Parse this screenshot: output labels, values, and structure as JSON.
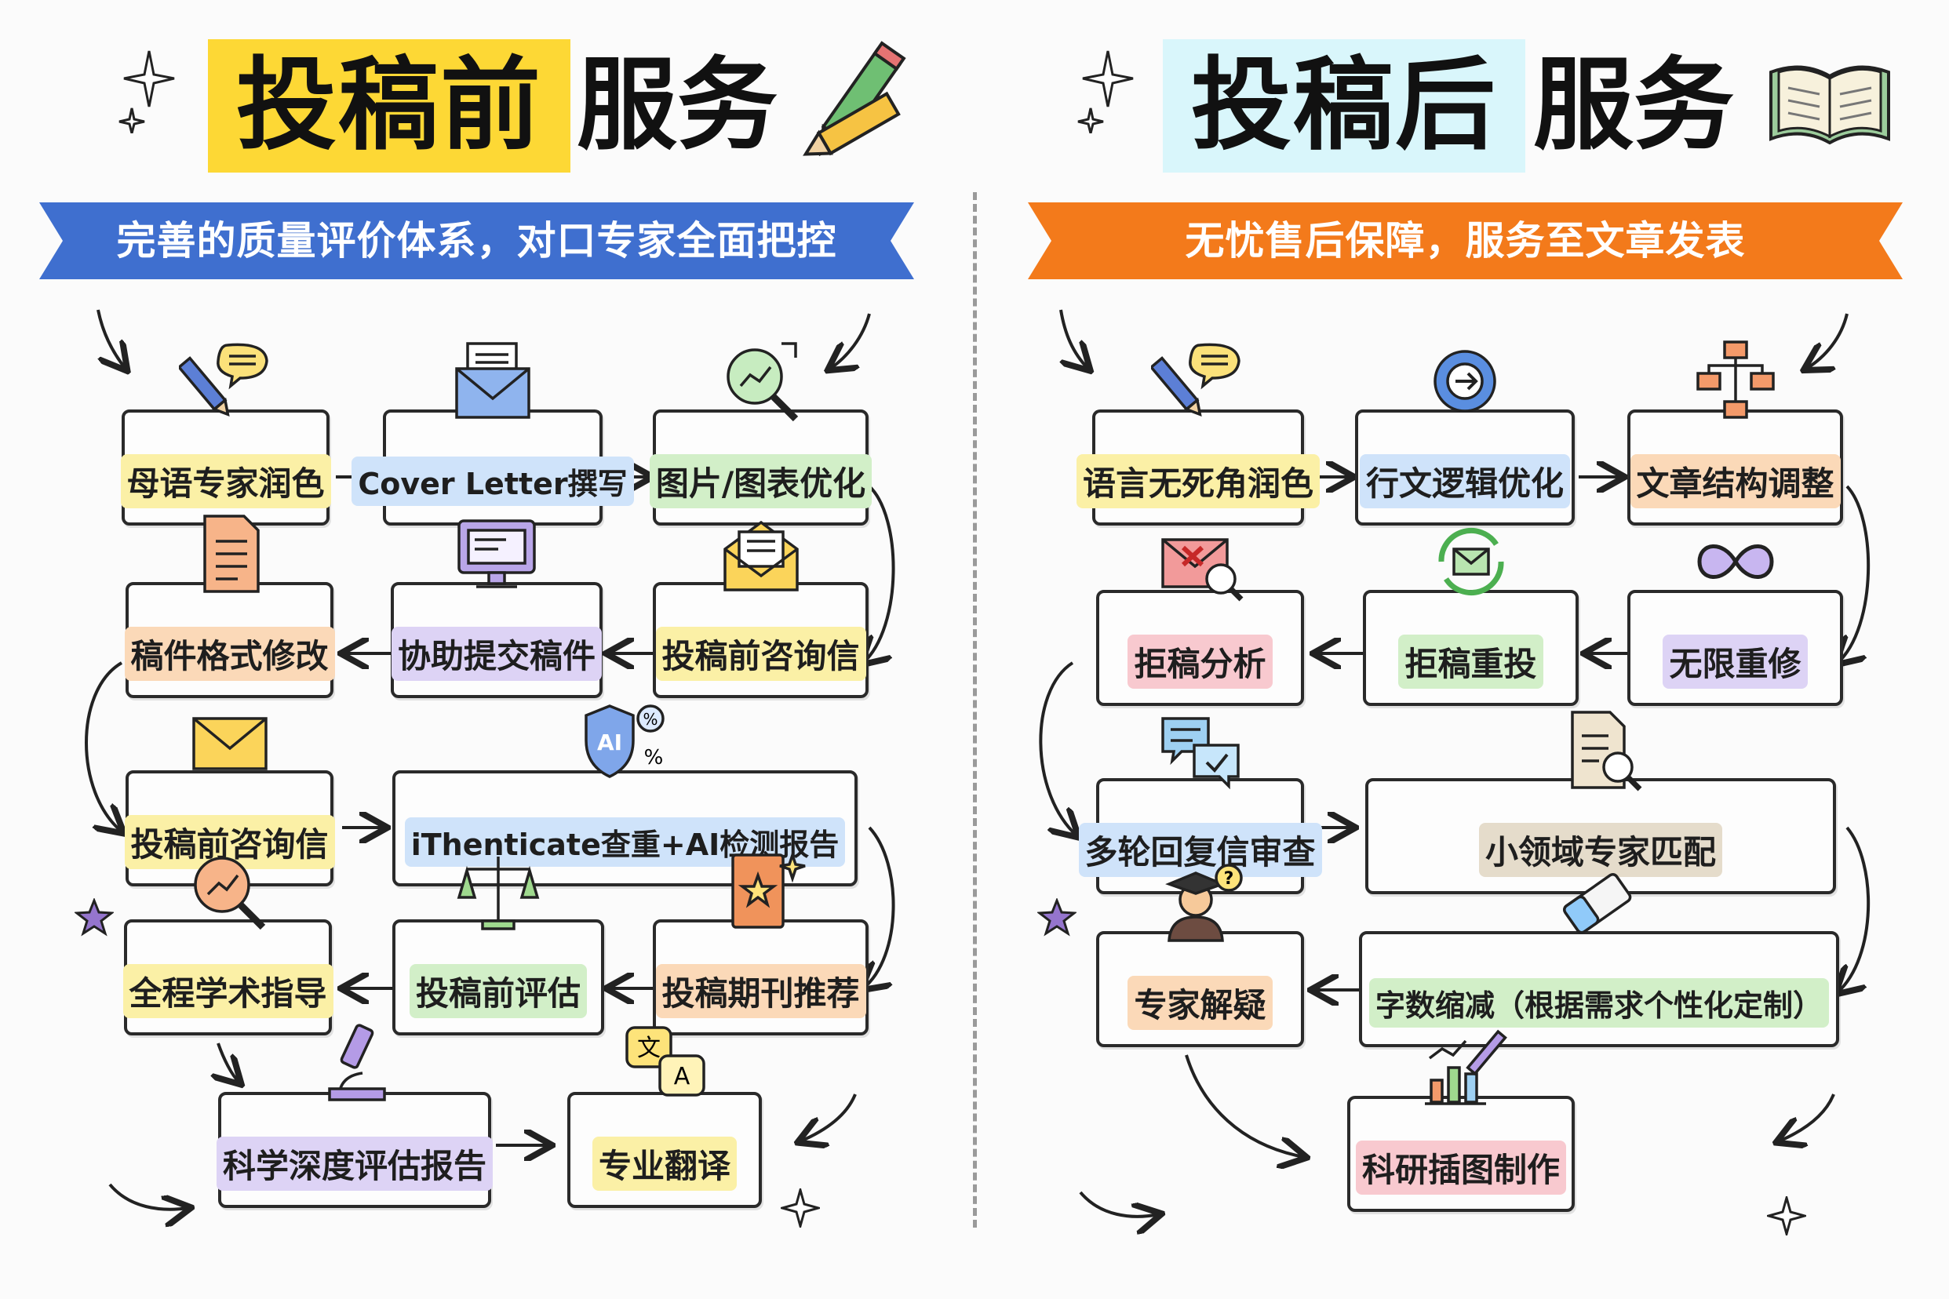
{
  "left": {
    "title_highlight": "投稿前",
    "title_plain": "服务",
    "ribbon": "完善的质量评价体系，对口专家全面把控",
    "nodes": [
      {
        "id": "l1",
        "label": "母语专家润色",
        "icon": "pen-chat-icon"
      },
      {
        "id": "l2",
        "label": "Cover Letter撰写",
        "icon": "envelope-letter-icon"
      },
      {
        "id": "l3",
        "label": "图片/图表优化",
        "icon": "magnifier-chart-icon"
      },
      {
        "id": "l4",
        "label": "稿件格式修改",
        "icon": "document-icon"
      },
      {
        "id": "l5",
        "label": "协助提交稿件",
        "icon": "monitor-icon"
      },
      {
        "id": "l6",
        "label": "投稿前咨询信",
        "icon": "open-envelope-icon"
      },
      {
        "id": "l7",
        "label": "投稿前咨询信",
        "icon": "envelope-icon"
      },
      {
        "id": "l8",
        "label": "iThenticate查重+AI检测报告",
        "icon": "ai-shield-icon"
      },
      {
        "id": "l9",
        "label": "全程学术指导",
        "icon": "magnifier-trend-icon"
      },
      {
        "id": "l10",
        "label": "投稿前评估",
        "icon": "scales-icon"
      },
      {
        "id": "l11",
        "label": "投稿期刊推荐",
        "icon": "journal-star-icon"
      },
      {
        "id": "l12",
        "label": "科学深度评估报告",
        "icon": "microscope-icon"
      },
      {
        "id": "l13",
        "label": "专业翻译",
        "icon": "translate-icon"
      }
    ]
  },
  "right": {
    "title_highlight": "投稿后",
    "title_plain": "服务",
    "ribbon": "无忧售后保障，服务至文章发表",
    "nodes": [
      {
        "id": "r1",
        "label": "语言无死角润色",
        "icon": "pen-chat-icon"
      },
      {
        "id": "r2",
        "label": "行文逻辑优化",
        "icon": "gear-arrow-icon"
      },
      {
        "id": "r3",
        "label": "文章结构调整",
        "icon": "org-chart-icon"
      },
      {
        "id": "r4",
        "label": "拒稿分析",
        "icon": "rejected-mail-icon"
      },
      {
        "id": "r5",
        "label": "拒稿重投",
        "icon": "resubmit-mail-icon"
      },
      {
        "id": "r6",
        "label": "无限重修",
        "icon": "infinity-icon"
      },
      {
        "id": "r7",
        "label": "多轮回复信审查",
        "icon": "chat-bubbles-icon"
      },
      {
        "id": "r8",
        "label": "小领域专家匹配",
        "icon": "document-search-icon"
      },
      {
        "id": "r9",
        "label": "专家解疑",
        "icon": "scholar-icon"
      },
      {
        "id": "r10",
        "label": "字数缩减（根据需求个性化定制）",
        "icon": "eraser-book-icon"
      },
      {
        "id": "r11",
        "label": "科研插图制作",
        "icon": "chart-brush-icon"
      }
    ]
  },
  "colors": {
    "yellow_highlight": "#fdd835",
    "cyan_highlight": "#d9f6fb",
    "blue_ribbon": "#3f6fcf",
    "orange_ribbon": "#f37a1b",
    "pastel_yellow": "#fbf0a6",
    "pastel_blue": "#cfe3fa",
    "pastel_green": "#d2efc8",
    "pastel_orange": "#fbd9b8",
    "pastel_pink": "#f8c9cf",
    "pastel_purple": "#ddd3f5",
    "pastel_beige": "#e5dccb"
  }
}
